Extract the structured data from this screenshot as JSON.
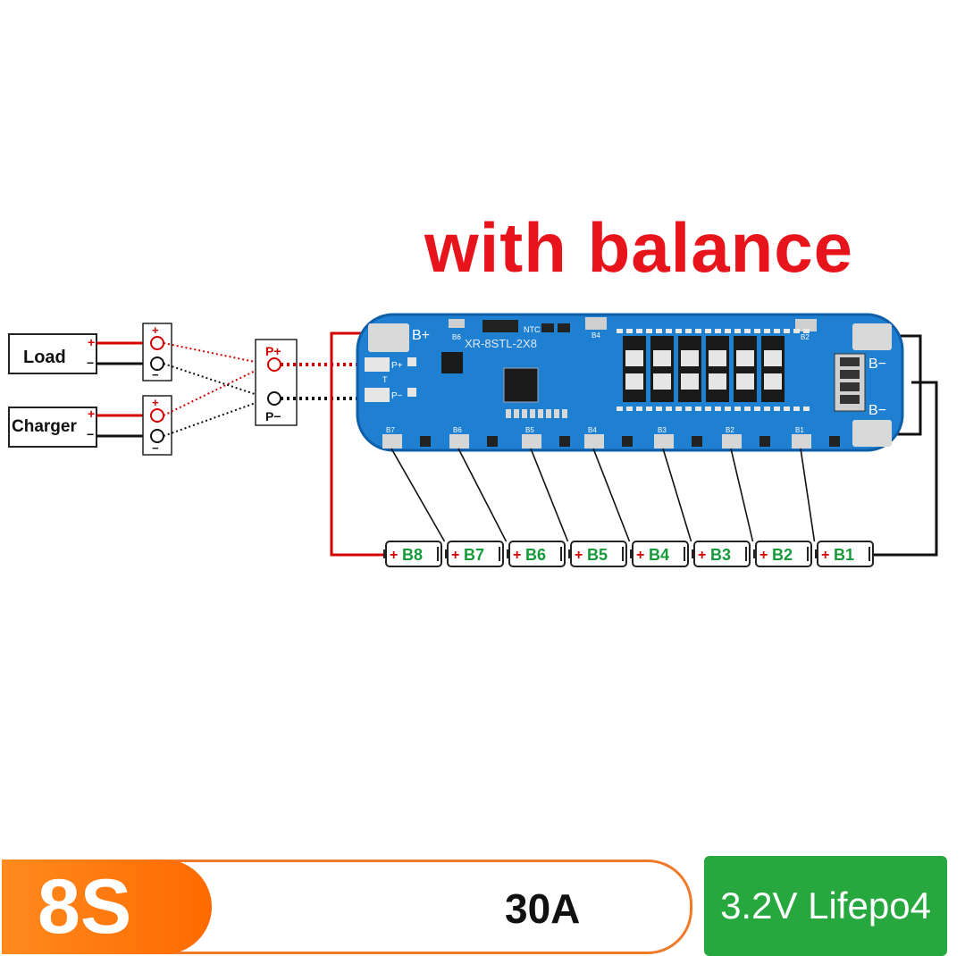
{
  "headline": "with balance",
  "labels": {
    "load": "Load",
    "charger": "Charger",
    "plus": "+",
    "minus": "−",
    "p_plus": "P+",
    "p_minus": "P−"
  },
  "board": {
    "model": "XR-8STL-2X8",
    "b_plus": "B+",
    "b_minus_top": "B−",
    "b_minus_bottom": "B−",
    "ntc": "NTC",
    "pad_p_plus": "P+",
    "pad_p_minus": "P−",
    "pad_t": "T",
    "top_b4": "B4",
    "top_b6": "B6",
    "top_b2": "B2",
    "taps": [
      "B7",
      "B6",
      "B5",
      "B4",
      "B3",
      "B2",
      "B1"
    ]
  },
  "cells": [
    "B8",
    "B7",
    "B6",
    "B5",
    "B4",
    "B3",
    "B2",
    "B1"
  ],
  "bottom_bar": {
    "series": "8S",
    "current": "30A",
    "chemistry": "3.2V Lifepo4"
  },
  "colors": {
    "headline": "#e8141b",
    "board": "#1f7fd1",
    "wire_positive": "#d40000",
    "wire_negative": "#111111",
    "cell_label": "#159a3a",
    "badge": "#ff7a10",
    "chem_badge": "#27a83f"
  }
}
